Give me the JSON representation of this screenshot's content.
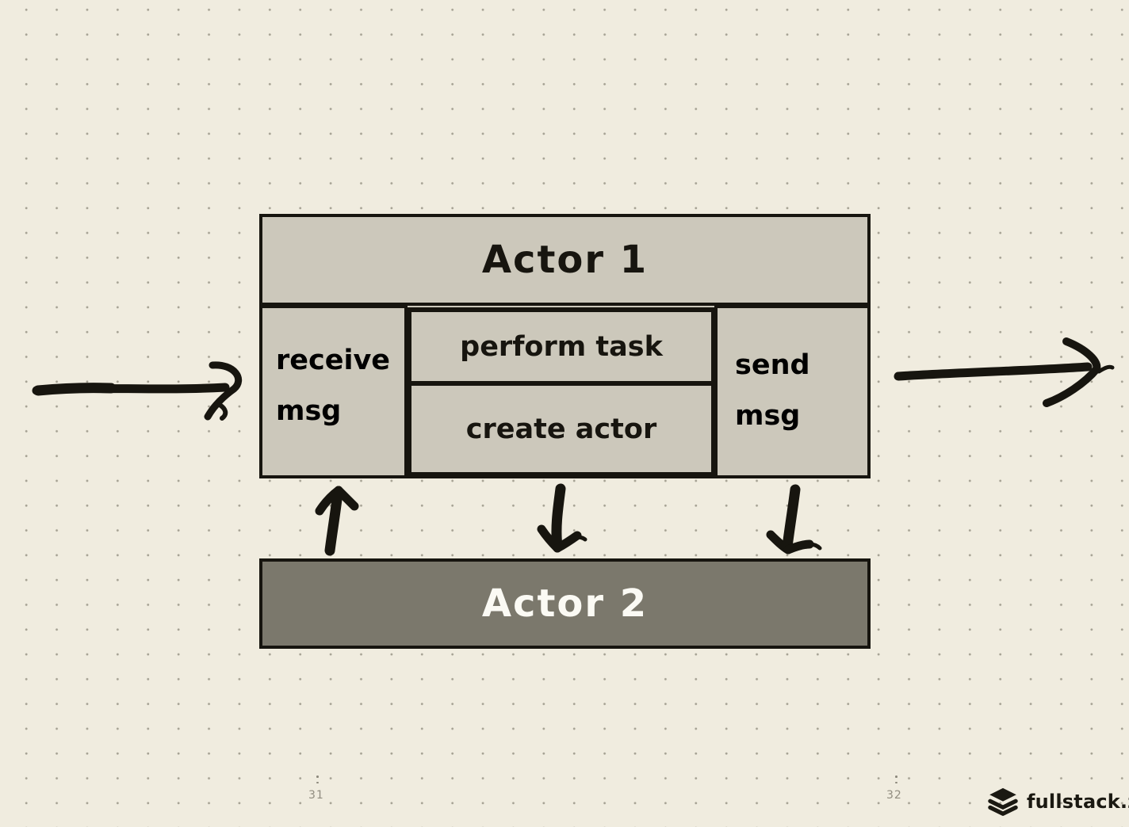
{
  "colors": {
    "background": "#f0ecdf",
    "box_fill": "#ccc8bb",
    "actor2_fill": "#7b786c",
    "ink": "#17150f",
    "muted": "#918d80"
  },
  "diagram": {
    "actor1_title": "Actor 1",
    "receive_label": "receive\nmsg",
    "perform_label": "perform task",
    "create_label": "create actor",
    "send_label": "send\nmsg",
    "actor2_title": "Actor 2"
  },
  "icons": {
    "inbound_arrow": "hand-drawn-arrow-right",
    "outbound_arrow": "hand-drawn-arrow-right",
    "up_arrow": "hand-drawn-arrow-up",
    "down_arrow_create": "hand-drawn-arrow-down",
    "down_arrow_send": "hand-drawn-arrow-down",
    "logo_icon": "layers-stack-icon"
  },
  "footer": {
    "page_left": "31",
    "page_right": "32",
    "brand": "fullstack.zip"
  }
}
